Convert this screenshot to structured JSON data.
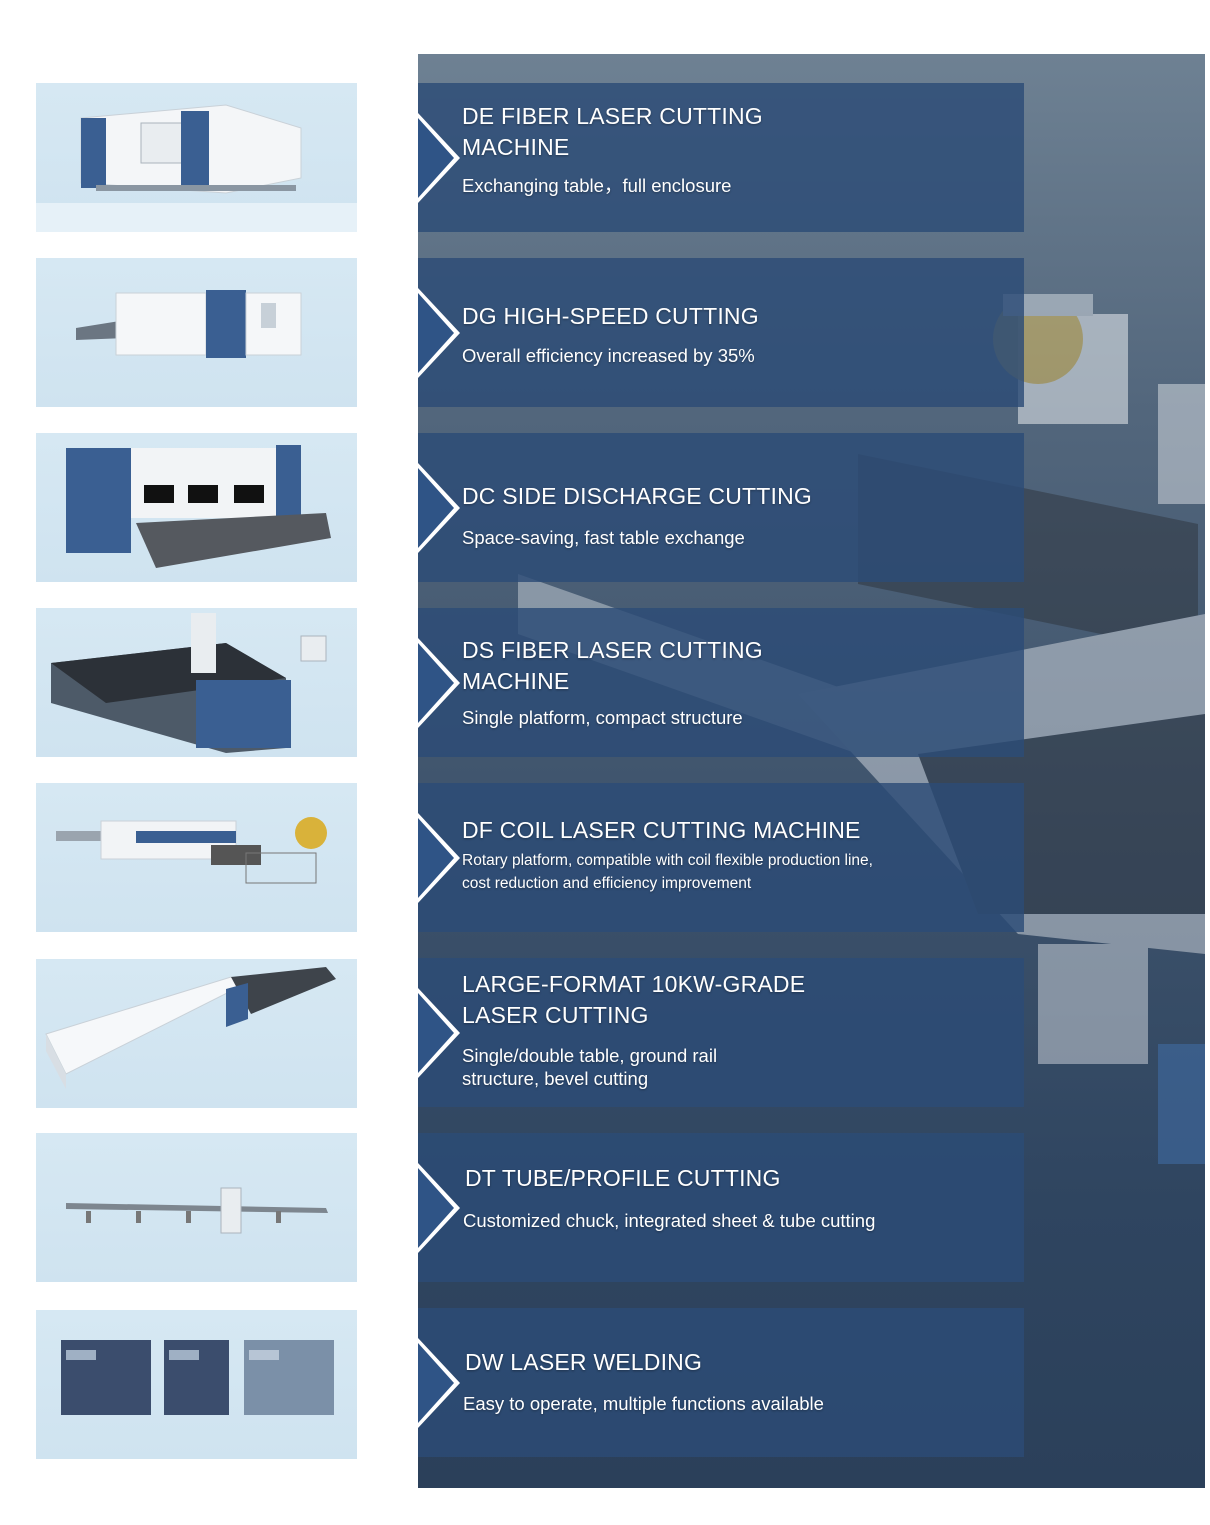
{
  "products": [
    {
      "title": "DE FIBER LASER CUTTING\nMACHINE",
      "description": "Exchanging table，full enclosure"
    },
    {
      "title": "DG HIGH-SPEED CUTTING",
      "description": "Overall efficiency increased by 35%"
    },
    {
      "title": "DC SIDE DISCHARGE CUTTING",
      "description": "Space-saving, fast table exchange"
    },
    {
      "title": "DS FIBER LASER CUTTING\nMACHINE",
      "description": "Single platform, compact structure"
    },
    {
      "title": "DF COIL LASER CUTTING MACHINE",
      "description": "Rotary platform, compatible with coil flexible production line, cost reduction and efficiency improvement"
    },
    {
      "title": "LARGE-FORMAT 10KW-GRADE\nLASER CUTTING",
      "description": "Single/double table, ground rail structure, bevel cutting"
    },
    {
      "title": "DT TUBE/PROFILE CUTTING",
      "description": "Customized chuck, integrated sheet & tube cutting"
    },
    {
      "title": "DW LASER WELDING",
      "description": "Easy to operate, multiple functions available"
    }
  ],
  "colors": {
    "card_background": "#2c4c76",
    "thumbnail_background": "#d3e6f2",
    "machine_blue": "#3a5f92"
  }
}
